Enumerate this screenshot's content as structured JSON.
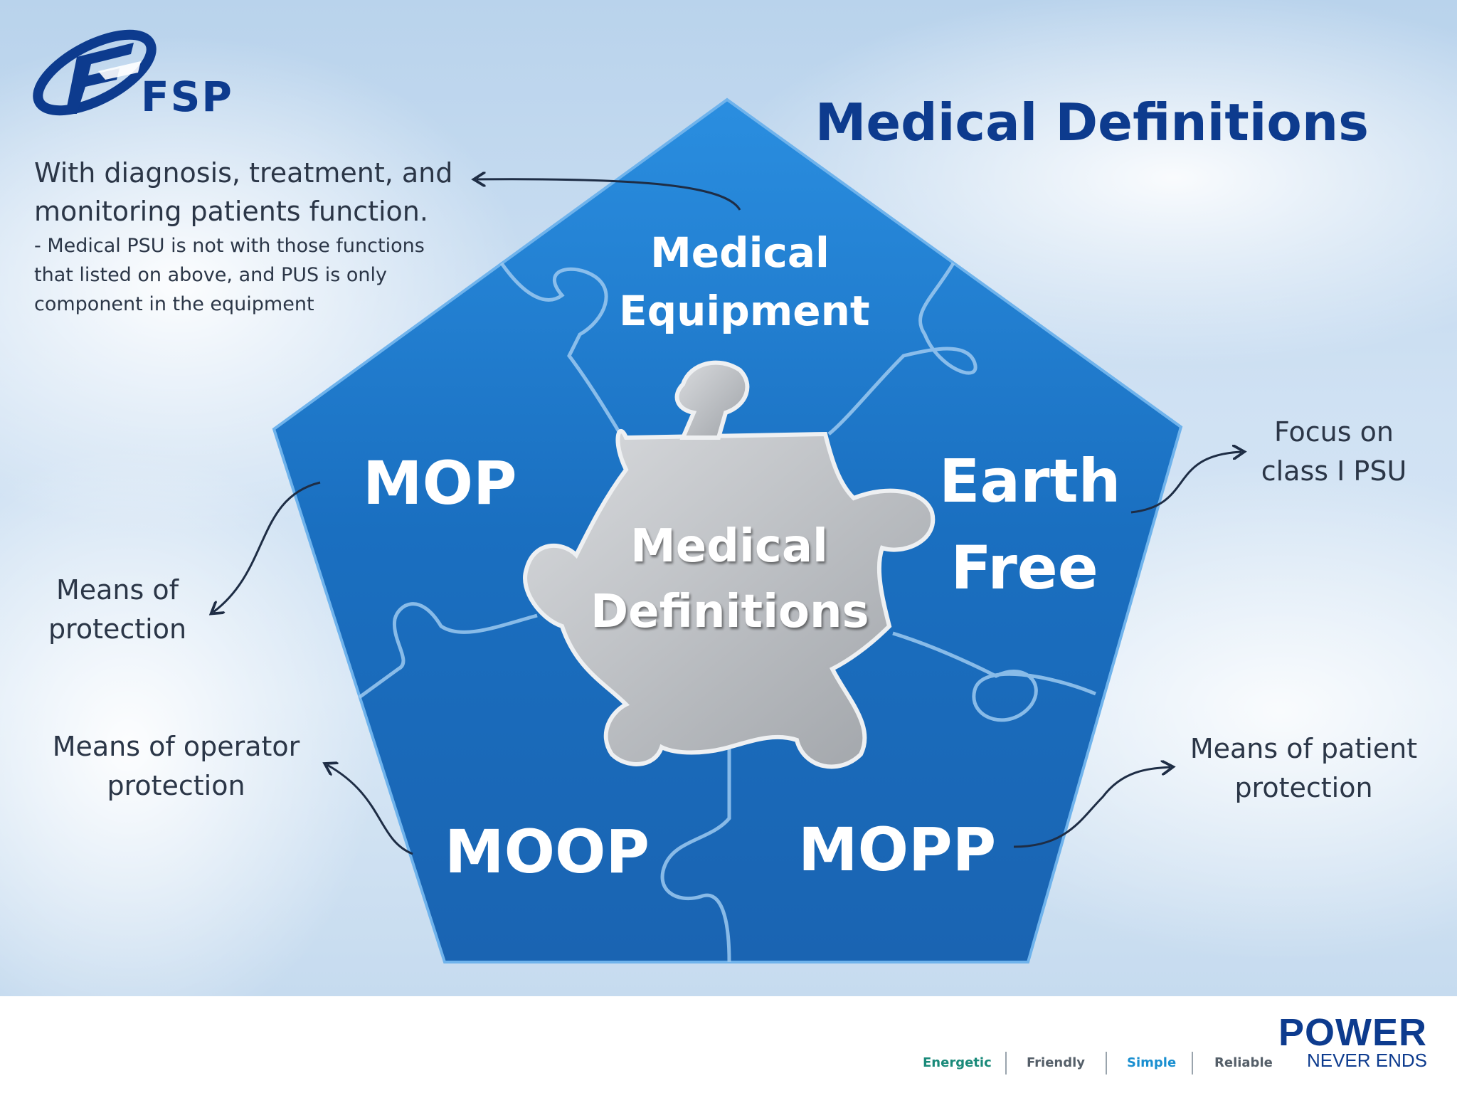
{
  "header": {
    "title": "Medical Definitions",
    "logo_text": "FSP"
  },
  "diagram": {
    "center": "Medical Definitions",
    "top_piece": "Medical Equipment",
    "left_piece": "MOP",
    "right_piece": "Earth Free",
    "bottom_left_piece": "MOOP",
    "bottom_right_piece": "MOPP"
  },
  "annotations": {
    "medical_equipment_main": "With diagnosis, treatment, and monitoring patients function.",
    "medical_equipment_note": " - Medical PSU is not with those functions that listed on above, and PUS is only component in the equipment",
    "mop": "Means of protection",
    "moop": "Means of operator protection",
    "earth_free": "Focus on class I PSU",
    "mopp": "Means of patient protection"
  },
  "footer": {
    "tags": [
      "Energetic",
      "Friendly",
      "Simple",
      "Reliable"
    ],
    "brand_line1": "POWER",
    "brand_line2": "NEVER ENDS"
  },
  "colors": {
    "pentagon": "#1f78c8",
    "title": "#0d3b8e",
    "center_piece": "#b9bcc0",
    "text": "#2b3647",
    "tag_energetic": "#1a8a7a",
    "tag_simple": "#1a8fd0",
    "tag_grey": "#555f69"
  }
}
